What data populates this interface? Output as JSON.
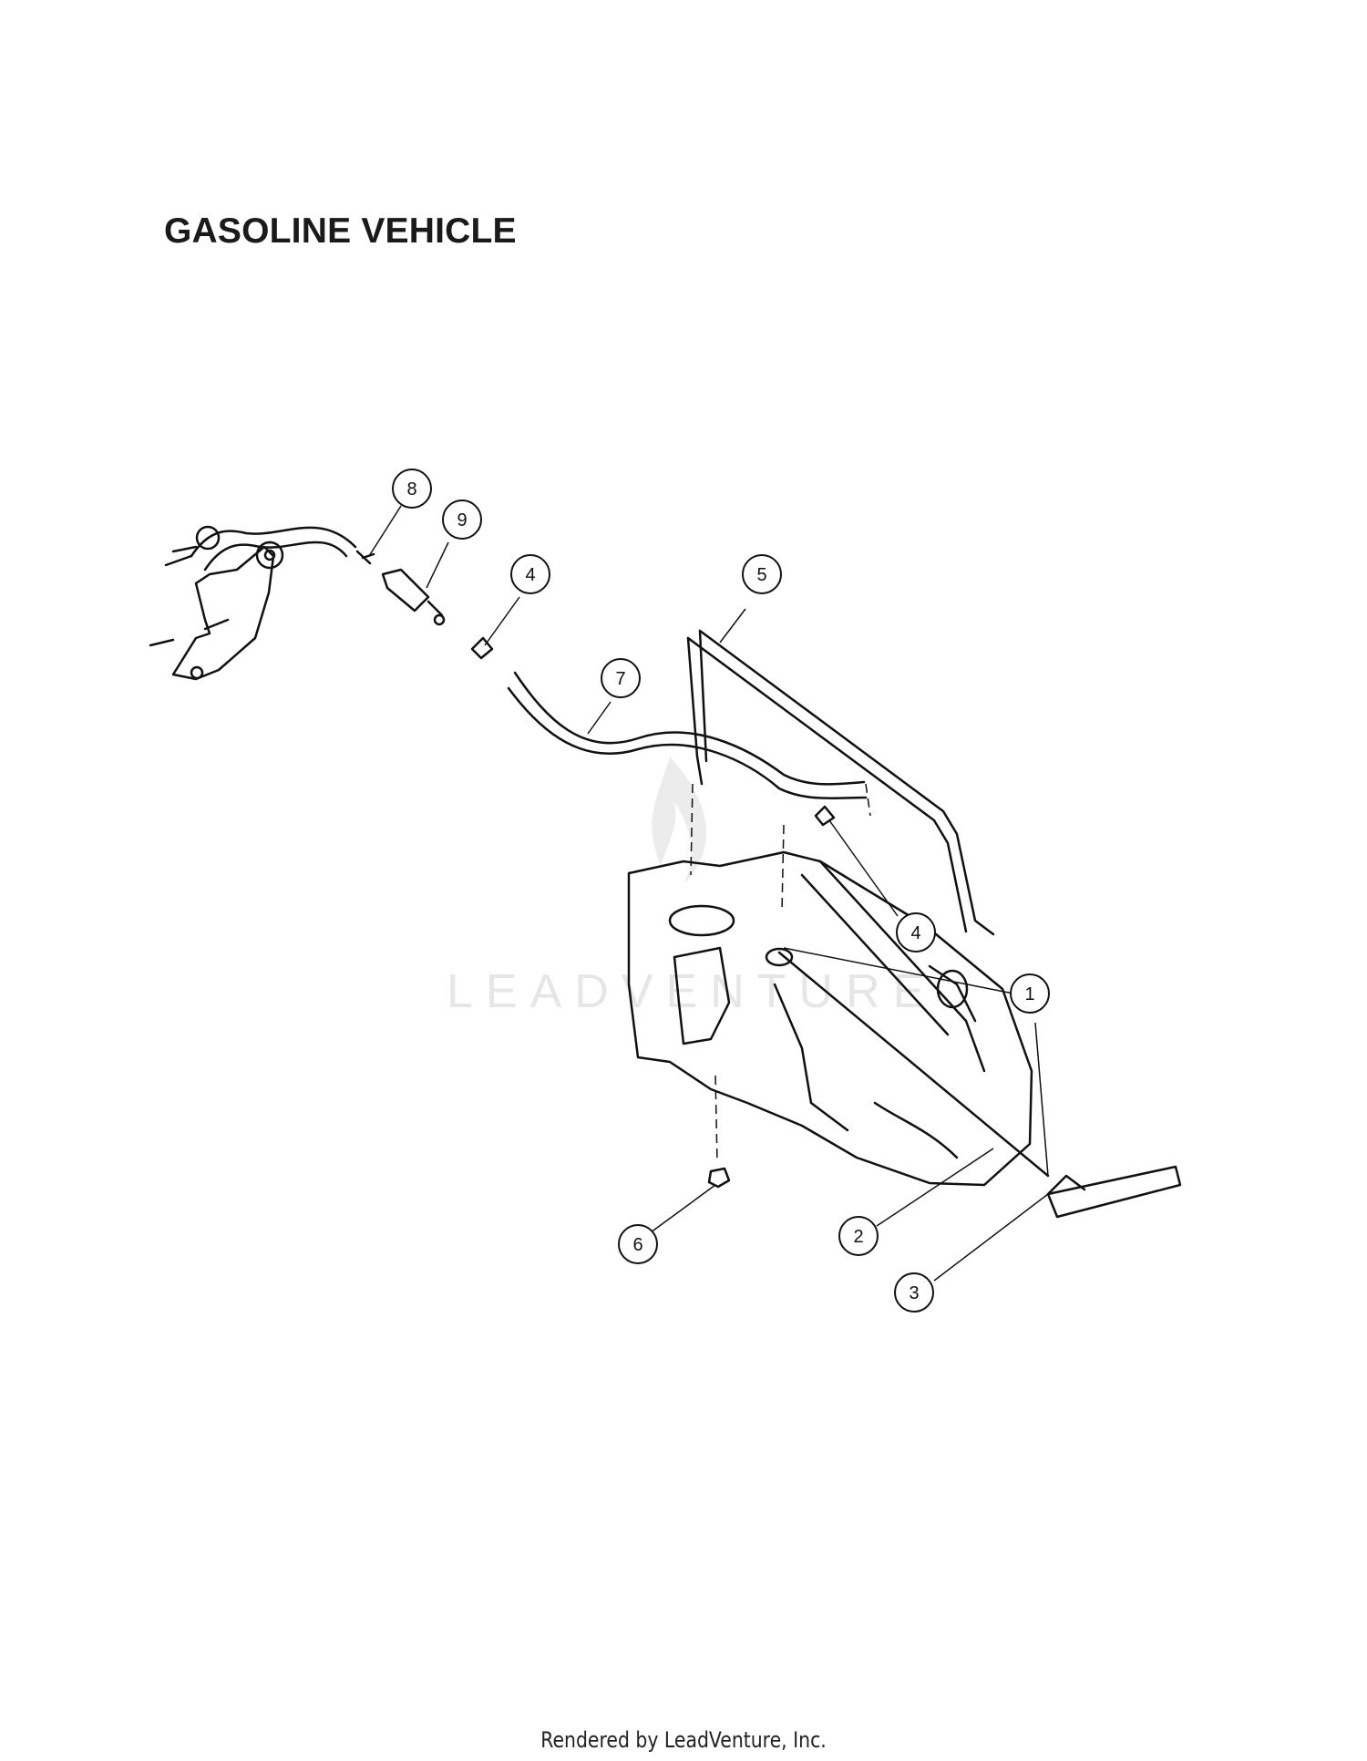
{
  "title": "GASOLINE VEHICLE",
  "footer": "Rendered by LeadVenture, Inc.",
  "watermark": "LEADVENTURE",
  "callouts": {
    "c1": "1",
    "c2": "2",
    "c3": "3",
    "c4a": "4",
    "c4b": "4",
    "c5": "5",
    "c6": "6",
    "c7": "7",
    "c8": "8",
    "c9": "9"
  },
  "colors": {
    "line": "#111111",
    "watermark": "#e6e6e6",
    "background": "#ffffff"
  }
}
